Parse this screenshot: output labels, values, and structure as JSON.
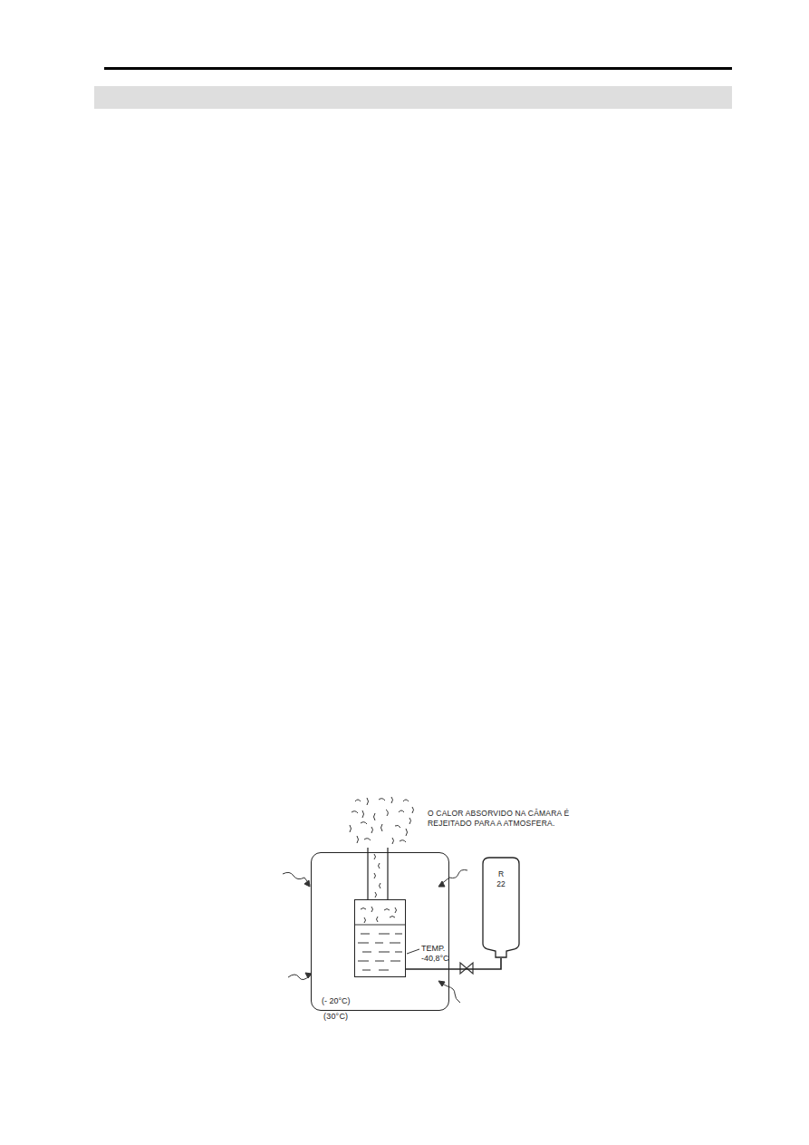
{
  "diagram": {
    "nodes": [
      {
        "text": [
          "(- 20°C)"
        ]
      },
      {
        "text": [
          "TEMP. -40,8°C"
        ],
        "in": 0
      },
      {
        "text": [
          "R 22"
        ]
      }
    ],
    "edges": [
      {
        "from": 1,
        "to": 2,
        "arrow": "none"
      }
    ],
    "labels": [
      "O CALOR ABSORVIDO NA CÂMARA É REJEITADO PARA A ATMOSFERA.",
      "(30°C)"
    ]
  }
}
